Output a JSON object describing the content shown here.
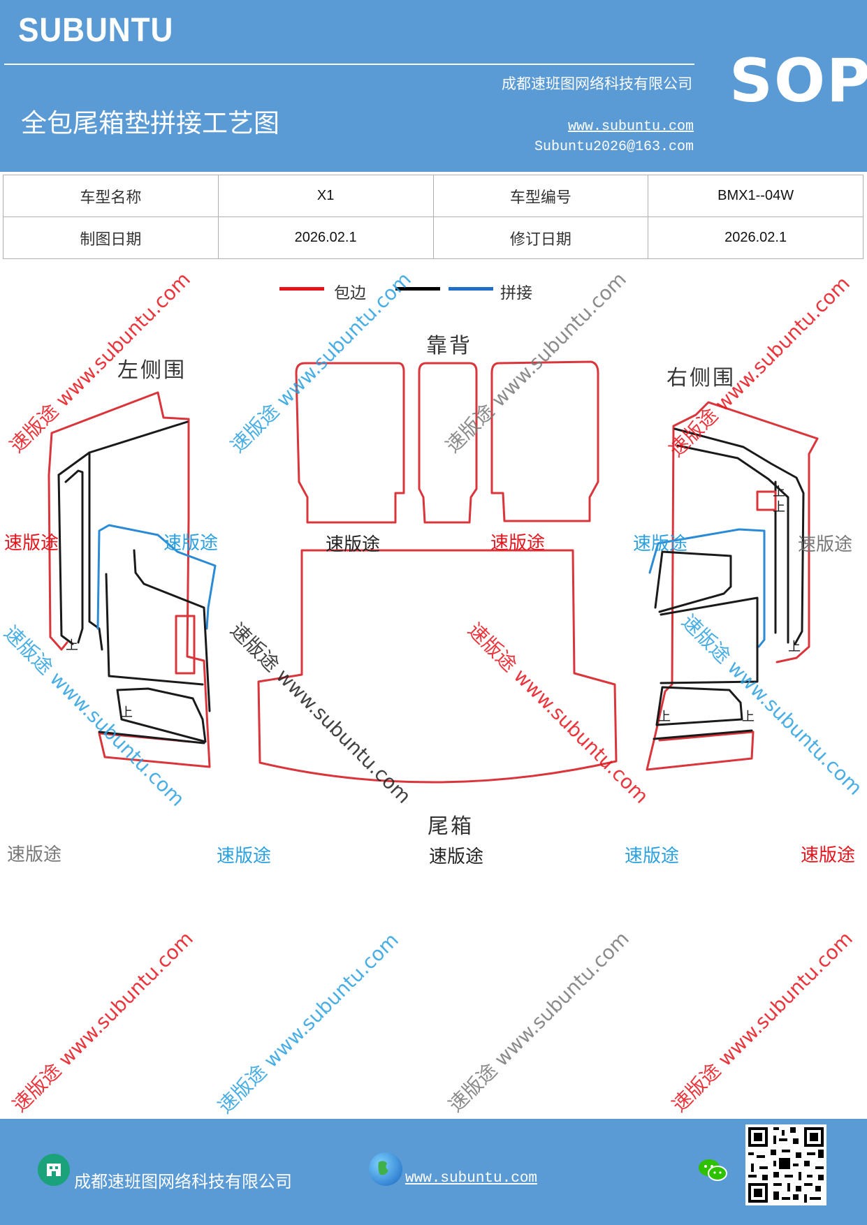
{
  "header": {
    "brand": "SUBUNTU",
    "title": "全包尾箱垫拼接工艺图",
    "company": "成都速班图网络科技有限公司",
    "website": "www.subuntu.com",
    "email": "Subuntu2026@163.com",
    "badge": "SOP"
  },
  "info_table": {
    "model_name_label": "车型名称",
    "model_name": "X1",
    "model_code_label": "车型编号",
    "model_code": "BMX1--04W",
    "draw_date_label": "制图日期",
    "draw_date": "2026.02.1",
    "revise_date_label": "修订日期",
    "revise_date": "2026.02.1"
  },
  "legend": {
    "items": [
      {
        "label": "包边",
        "color": "#e8121b"
      },
      {
        "label": "",
        "color": "#000000"
      },
      {
        "label": "拼接",
        "color": "#1f6fc8"
      }
    ]
  },
  "diagram": {
    "labels": {
      "left_side": "左侧围",
      "backrest": "靠背",
      "right_side": "右侧围",
      "trunk": "尾箱"
    },
    "seam_mark": "上",
    "colors": {
      "edge": "#d9353b",
      "seam": "#1a1a1a",
      "join": "#2a8ad6"
    }
  },
  "watermarks": {
    "text": "速版途",
    "diagonal_text": "速版途 www.subuntu.com",
    "url_text": "www.subuntu.com",
    "colors": {
      "red": "#e8121b",
      "blue": "#2aa0e0",
      "gray": "#777777",
      "black": "#222222"
    }
  },
  "footer": {
    "company": "成都速班图网络科技有限公司",
    "website": "www.subuntu.com "
  }
}
